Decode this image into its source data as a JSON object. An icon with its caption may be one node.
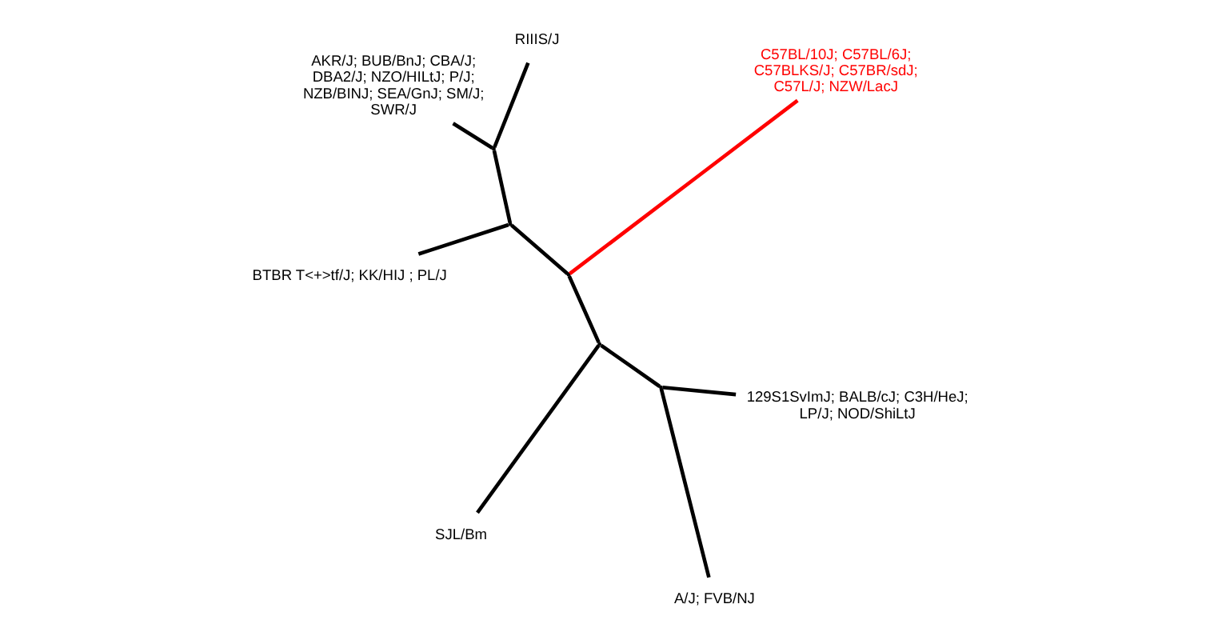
{
  "diagram": {
    "nodes": [
      {
        "text": [
          "SJL/Bm"
        ]
      },
      {
        "text": [
          "129S1SvImJ; BALB/cJ; C3H/HeJ; LP/J; NOD/ShiLtJ"
        ]
      },
      {
        "text": [
          "A/J; FVB/NJ"
        ]
      },
      {
        "text": [
          "C57BL/10J; C57BL/6J; C57BLKS/J; C57BR/sdJ; C57L/J; NZW/LacJ"
        ]
      },
      {
        "text": [
          "RIIIS/J"
        ]
      },
      {
        "text": [
          "AKR/J; BUB/BnJ; CBA/J; DBA2/J; NZO/HILtJ; P/J; NZB/BINJ; SEA/GnJ; SM/J; SWR/J"
        ]
      },
      {
        "text": [
          "BTBR T<+>tf/J; KK/HIJ ; PL/J"
        ]
      },
      {
        "text": [],
        "shape": "point"
      },
      {
        "text": [],
        "shape": "point"
      },
      {
        "text": [],
        "shape": "point"
      },
      {
        "text": [],
        "shape": "point"
      },
      {
        "text": [],
        "shape": "point"
      }
    ],
    "edges": [
      {
        "from": 7,
        "to": 0,
        "arrow": "none"
      },
      {
        "from": 7,
        "to": 8,
        "arrow": "none"
      },
      {
        "from": 8,
        "to": 1,
        "arrow": "none"
      },
      {
        "from": 8,
        "to": 2,
        "arrow": "none"
      },
      {
        "from": 7,
        "to": 9,
        "arrow": "none"
      },
      {
        "from": 9,
        "to": 3,
        "arrow": "none",
        "color": "#ff0000"
      },
      {
        "from": 9,
        "to": 10,
        "arrow": "none"
      },
      {
        "from": 10,
        "to": 11,
        "arrow": "none"
      },
      {
        "from": 11,
        "to": 4,
        "arrow": "none"
      },
      {
        "from": 11,
        "to": 5,
        "arrow": "none"
      },
      {
        "from": 10,
        "to": 6,
        "arrow": "none"
      }
    ]
  }
}
